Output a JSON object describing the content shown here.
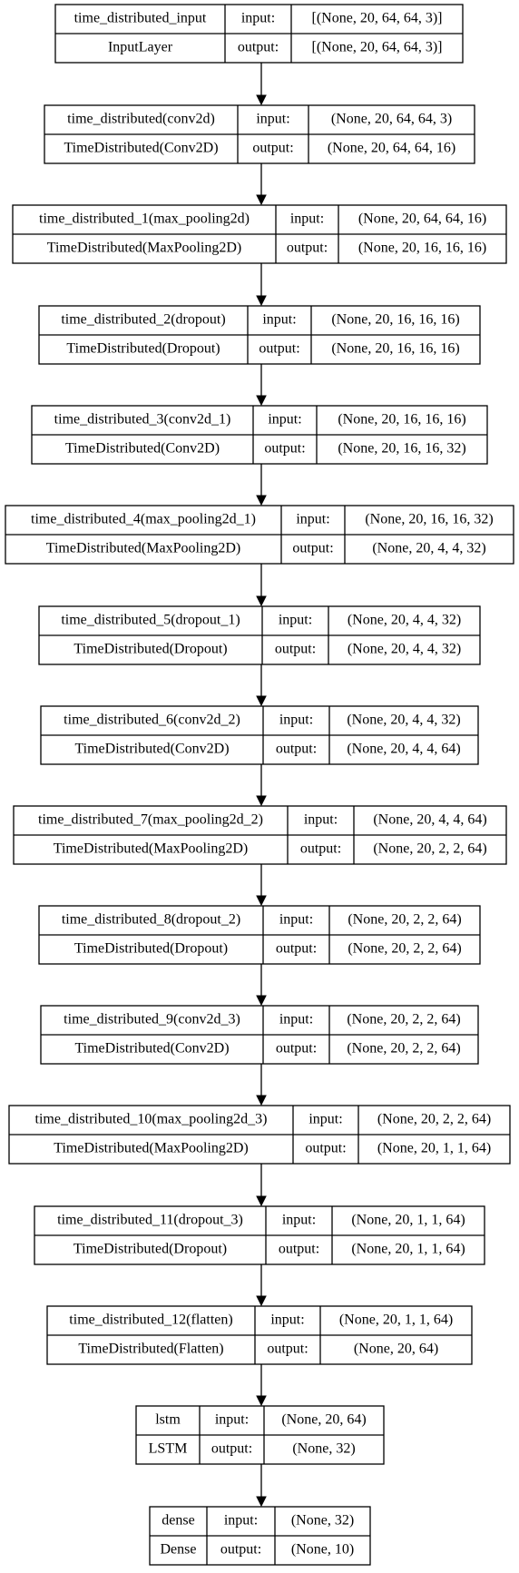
{
  "diagram": {
    "port_labels": {
      "input": "input:",
      "output": "output:"
    },
    "nodes": [
      {
        "name": "time_distributed_input",
        "type": "InputLayer",
        "input": "[(None, 20, 64, 64, 3)]",
        "output": "[(None, 20, 64, 64, 3)]"
      },
      {
        "name": "time_distributed(conv2d)",
        "type": "TimeDistributed(Conv2D)",
        "input": "(None, 20, 64, 64, 3)",
        "output": "(None, 20, 64, 64, 16)"
      },
      {
        "name": "time_distributed_1(max_pooling2d)",
        "type": "TimeDistributed(MaxPooling2D)",
        "input": "(None, 20, 64, 64, 16)",
        "output": "(None, 20, 16, 16, 16)"
      },
      {
        "name": "time_distributed_2(dropout)",
        "type": "TimeDistributed(Dropout)",
        "input": "(None, 20, 16, 16, 16)",
        "output": "(None, 20, 16, 16, 16)"
      },
      {
        "name": "time_distributed_3(conv2d_1)",
        "type": "TimeDistributed(Conv2D)",
        "input": "(None, 20, 16, 16, 16)",
        "output": "(None, 20, 16, 16, 32)"
      },
      {
        "name": "time_distributed_4(max_pooling2d_1)",
        "type": "TimeDistributed(MaxPooling2D)",
        "input": "(None, 20, 16, 16, 32)",
        "output": "(None, 20, 4, 4, 32)"
      },
      {
        "name": "time_distributed_5(dropout_1)",
        "type": "TimeDistributed(Dropout)",
        "input": "(None, 20, 4, 4, 32)",
        "output": "(None, 20, 4, 4, 32)"
      },
      {
        "name": "time_distributed_6(conv2d_2)",
        "type": "TimeDistributed(Conv2D)",
        "input": "(None, 20, 4, 4, 32)",
        "output": "(None, 20, 4, 4, 64)"
      },
      {
        "name": "time_distributed_7(max_pooling2d_2)",
        "type": "TimeDistributed(MaxPooling2D)",
        "input": "(None, 20, 4, 4, 64)",
        "output": "(None, 20, 2, 2, 64)"
      },
      {
        "name": "time_distributed_8(dropout_2)",
        "type": "TimeDistributed(Dropout)",
        "input": "(None, 20, 2, 2, 64)",
        "output": "(None, 20, 2, 2, 64)"
      },
      {
        "name": "time_distributed_9(conv2d_3)",
        "type": "TimeDistributed(Conv2D)",
        "input": "(None, 20, 2, 2, 64)",
        "output": "(None, 20, 2, 2, 64)"
      },
      {
        "name": "time_distributed_10(max_pooling2d_3)",
        "type": "TimeDistributed(MaxPooling2D)",
        "input": "(None, 20, 2, 2, 64)",
        "output": "(None, 20, 1, 1, 64)"
      },
      {
        "name": "time_distributed_11(dropout_3)",
        "type": "TimeDistributed(Dropout)",
        "input": "(None, 20, 1, 1, 64)",
        "output": "(None, 20, 1, 1, 64)"
      },
      {
        "name": "time_distributed_12(flatten)",
        "type": "TimeDistributed(Flatten)",
        "input": "(None, 20, 1, 1, 64)",
        "output": "(None, 20, 64)"
      },
      {
        "name": "lstm",
        "type": "LSTM",
        "input": "(None, 20, 64)",
        "output": "(None, 32)"
      },
      {
        "name": "dense",
        "type": "Dense",
        "input": "(None, 32)",
        "output": "(None, 10)"
      }
    ]
  }
}
